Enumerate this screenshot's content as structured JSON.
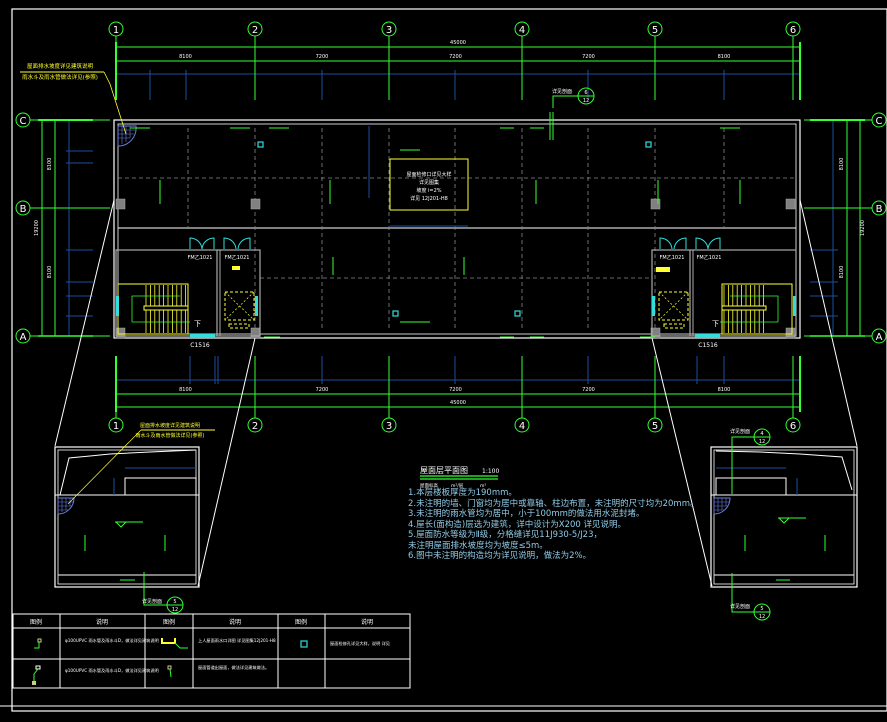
{
  "drawing": {
    "title": "屋面层平面图",
    "scale": "1:100",
    "sub_labels": [
      "屋面标高",
      "m²/层",
      "m²"
    ]
  },
  "axes": {
    "columns": [
      "1",
      "2",
      "3",
      "4",
      "5",
      "6"
    ],
    "rows": [
      "C",
      "B",
      "A"
    ]
  },
  "dimensions": {
    "top_total": "45000",
    "top_bays": [
      "8100",
      "7200",
      "7200",
      "7200",
      "8100"
    ],
    "left_total": "19200",
    "left_bays": [
      "8100",
      "8100"
    ]
  },
  "annotations": {
    "top_left_callout": [
      "屋面排水坡度详见建筑说明",
      "雨水斗及雨水管做法详见(参照)"
    ],
    "inset_callout": [
      "屋面排水坡度详见建筑说明",
      "雨水斗及雨水管做法详见(参照)"
    ],
    "section_mark_top": {
      "label": "详见剖面",
      "num": "6",
      "sheet": "12"
    },
    "section_mark_inset_left": {
      "label": "详见剖面",
      "num": "5",
      "sheet": "12"
    },
    "section_mark_inset_right_top": {
      "label": "详见剖面",
      "num": "4",
      "sheet": "12"
    },
    "section_mark_inset_right_bottom": {
      "label": "详见剖面",
      "num": "5",
      "sheet": "12"
    },
    "door_labels": [
      "FM乙1021",
      "FM乙1021",
      "FM乙1021",
      "FM乙1021"
    ],
    "window_labels": [
      "C1516",
      "C1516"
    ],
    "stair_down": "下",
    "roof_box": [
      "屋面检修口详见大样",
      "详见图集",
      "坡度 i=2%",
      "详见 12J201-H8"
    ]
  },
  "notes": [
    "1.本层楼板厚度为190mm。",
    "2.未注明的墙、门窗均为居中或靠轴、柱边布置，未注明的尺寸均为20mm。",
    "3.未注明的雨水管均为居中，小于100mm的做法用水泥封堵。",
    "4.屋长(面构造)层选为建筑，详中设计为X200 详见说明。",
    "5.屋面防水等级为Ⅱ级，分格缝详见11J930-5/J23，",
    "   未注明屋面排水坡度均为坡度≤5m。",
    "6.图中未注明的构造均为详见说明，做法为2%。"
  ],
  "legend": {
    "headers": [
      "图例",
      "说明",
      "图例",
      "说明",
      "图例",
      "说明"
    ],
    "rows": [
      [
        "",
        "φ100UPVC 雨水管及雨水斗D，做法详见建筑说明",
        "",
        "上人屋面雨水口详图\n详见图集12J201-H8",
        "",
        "屋面检修孔详见大样，说明 详见"
      ],
      [
        "",
        "φ100UPVC 雨水管及雨水斗D，做法详见建筑说明",
        "",
        "屋面管道出屋面，做法详见建筑做法。",
        "",
        ""
      ]
    ]
  },
  "colors": {
    "background": "#000000",
    "axis": "#33ff33",
    "dim_blue": "#1d4e9e",
    "wall": "#ffffff",
    "stair": "#ffff00",
    "door": "#33dddd",
    "column": "#808080",
    "note": "#8ecae6"
  }
}
